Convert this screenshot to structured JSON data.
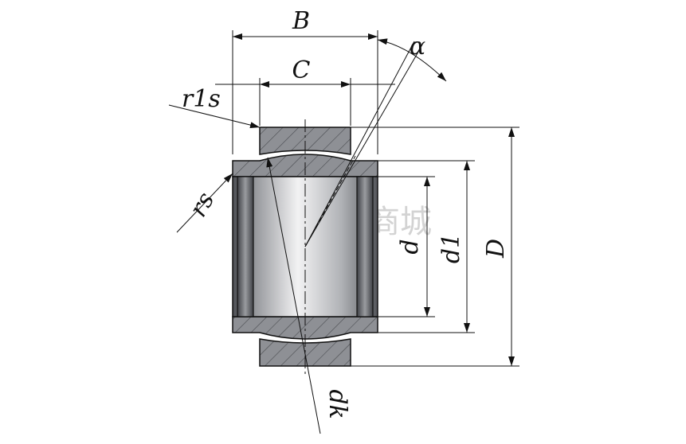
{
  "labels": {
    "B": "B",
    "C": "C",
    "alpha": "α",
    "r1s": "r1s",
    "rs": "rs",
    "d": "d",
    "d1": "d1",
    "D": "D",
    "dk": "dk"
  },
  "watermark": {
    "text": "凯一商城"
  },
  "colors": {
    "line": "#111111",
    "steel_dark": "#5f6166",
    "steel_mid": "#9a9ca0",
    "steel_light": "#e6e7e9",
    "hatch": "#8e9095",
    "watermark": "#cfcfcf"
  }
}
